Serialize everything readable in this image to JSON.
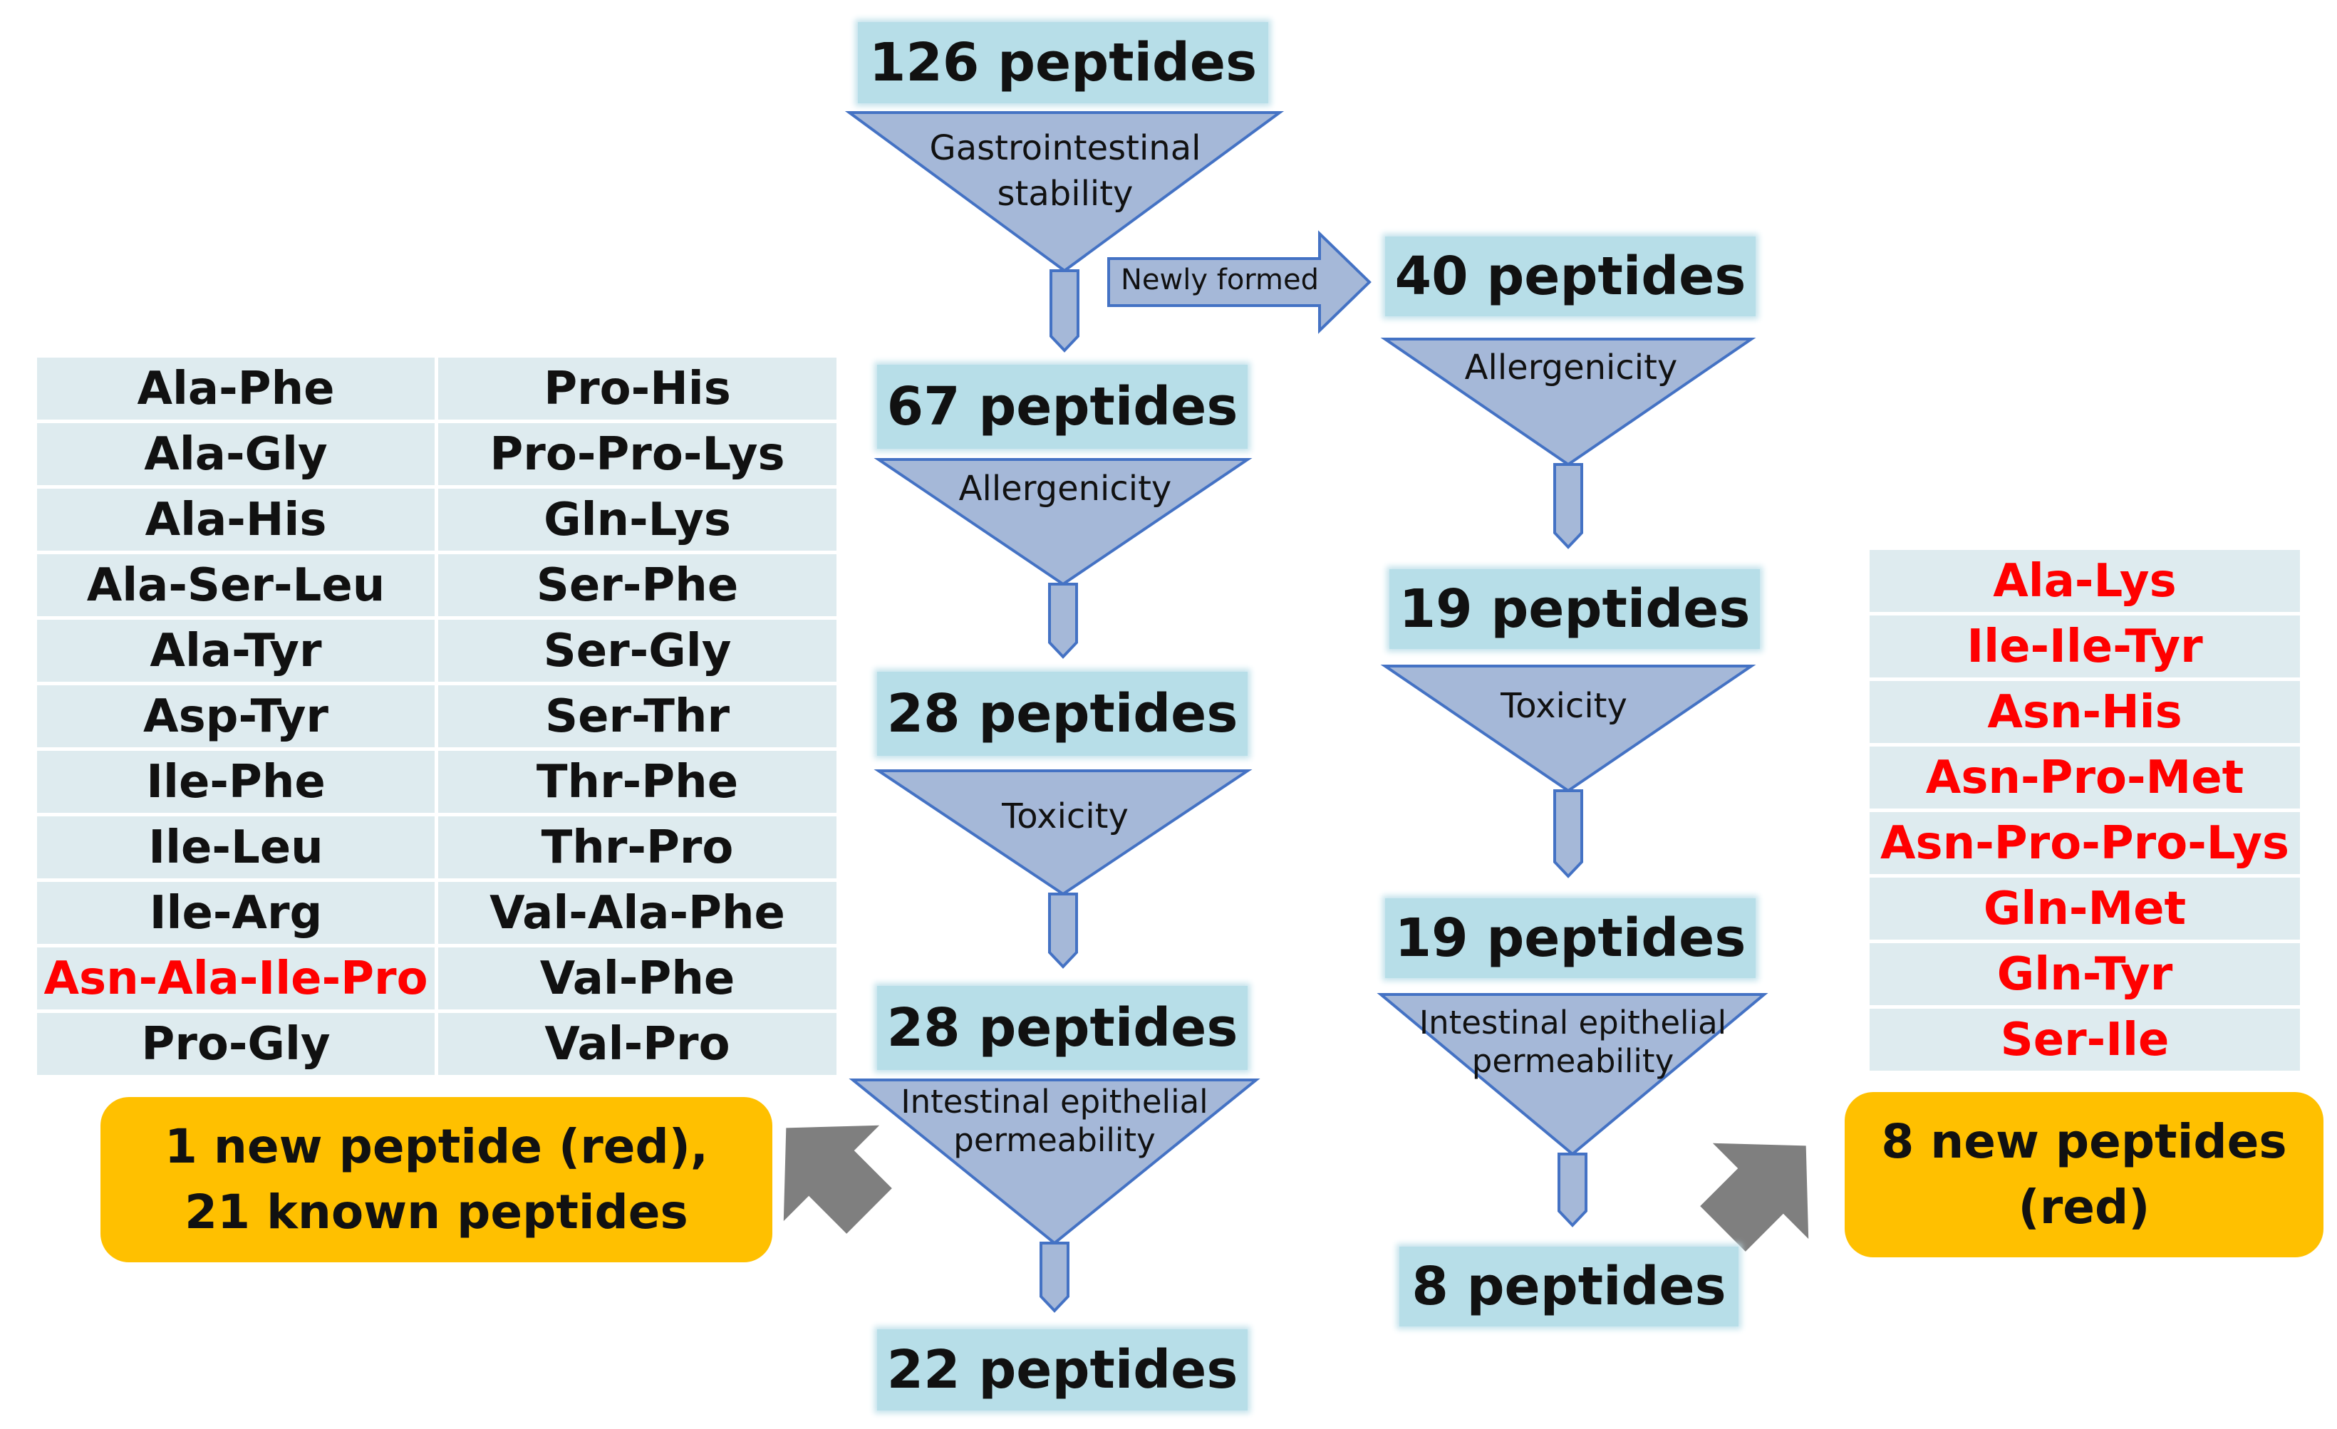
{
  "left_flow": {
    "steps": [
      {
        "count": "126 peptides",
        "filter": "Gastrointestinal stability"
      },
      {
        "count": "67 peptides",
        "filter": "Allergenicity"
      },
      {
        "count": "28 peptides",
        "filter": "Toxicity"
      },
      {
        "count": "28 peptides",
        "filter": "Intestinal epithelial permeability"
      }
    ],
    "final_count": "22 peptides"
  },
  "branch_label": "Newly formed",
  "right_flow": {
    "steps": [
      {
        "count": "40 peptides",
        "filter": "Allergenicity"
      },
      {
        "count": "19 peptides",
        "filter": "Toxicity"
      },
      {
        "count": "19 peptides",
        "filter": "Intestinal epithelial permeability"
      }
    ],
    "final_count": "8 peptides"
  },
  "left_table": {
    "col1": [
      {
        "name": "Ala-Phe",
        "is_new": false
      },
      {
        "name": "Ala-Gly",
        "is_new": false
      },
      {
        "name": "Ala-His",
        "is_new": false
      },
      {
        "name": "Ala-Ser-Leu",
        "is_new": false
      },
      {
        "name": "Ala-Tyr",
        "is_new": false
      },
      {
        "name": "Asp-Tyr",
        "is_new": false
      },
      {
        "name": "Ile-Phe",
        "is_new": false
      },
      {
        "name": "Ile-Leu",
        "is_new": false
      },
      {
        "name": "Ile-Arg",
        "is_new": false
      },
      {
        "name": "Asn-Ala-Ile-Pro",
        "is_new": true
      },
      {
        "name": "Pro-Gly",
        "is_new": false
      }
    ],
    "col2": [
      {
        "name": "Pro-His",
        "is_new": false
      },
      {
        "name": "Pro-Pro-Lys",
        "is_new": false
      },
      {
        "name": "Gln-Lys",
        "is_new": false
      },
      {
        "name": "Ser-Phe",
        "is_new": false
      },
      {
        "name": "Ser-Gly",
        "is_new": false
      },
      {
        "name": "Ser-Thr",
        "is_new": false
      },
      {
        "name": "Thr-Phe",
        "is_new": false
      },
      {
        "name": "Thr-Pro",
        "is_new": false
      },
      {
        "name": "Val-Ala-Phe",
        "is_new": false
      },
      {
        "name": "Val-Phe",
        "is_new": false
      },
      {
        "name": "Val-Pro",
        "is_new": false
      }
    ]
  },
  "right_table": [
    {
      "name": "Ala-Lys",
      "is_new": true
    },
    {
      "name": "Ile-Ile-Tyr",
      "is_new": true
    },
    {
      "name": "Asn-His",
      "is_new": true
    },
    {
      "name": "Asn-Pro-Met",
      "is_new": true
    },
    {
      "name": "Asn-Pro-Pro-Lys",
      "is_new": true
    },
    {
      "name": "Gln-Met",
      "is_new": true
    },
    {
      "name": "Gln-Tyr",
      "is_new": true
    },
    {
      "name": "Ser-Ile",
      "is_new": true
    }
  ],
  "summaries": {
    "left": [
      "1 new peptide (red),",
      "21 known peptides"
    ],
    "right": [
      "8 new peptides",
      "(red)"
    ]
  },
  "colors": {
    "funnel_fill": "#a5b8d8",
    "funnel_stroke": "#4472c4",
    "count_box": "#b7dee8",
    "table_cell": "#deebef",
    "summary_box": "#ffc000",
    "new_peptide_text": "#ff0000",
    "big_arrow": "#7f7f7f"
  }
}
